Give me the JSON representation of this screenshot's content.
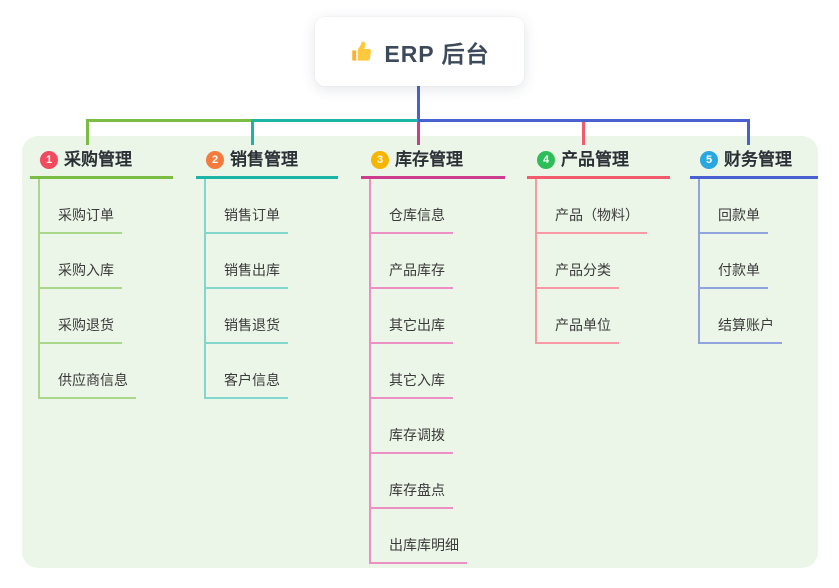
{
  "root": {
    "label": "ERP 后台",
    "icon": "thumbs-up-icon",
    "connector_color": "#4A60D2"
  },
  "canvas": {
    "background": "#FFFFFF",
    "panel_background": "#ECF6E8"
  },
  "branches": [
    {
      "number": "1",
      "label": "采购管理",
      "badge_color": "#F04A5E",
      "line_color": "#7ABD42",
      "light_color": "#A9D88C",
      "children": [
        "采购订单",
        "采购入库",
        "采购退货",
        "供应商信息"
      ]
    },
    {
      "number": "2",
      "label": "销售管理",
      "badge_color": "#F57A3D",
      "line_color": "#1AB5A6",
      "light_color": "#82D6CB",
      "children": [
        "销售订单",
        "销售出库",
        "销售退货",
        "客户信息"
      ]
    },
    {
      "number": "3",
      "label": "库存管理",
      "badge_color": "#F7B500",
      "line_color": "#CC3D90",
      "light_color": "#EC8FC4",
      "children": [
        "仓库信息",
        "产品库存",
        "其它出库",
        "其它入库",
        "库存调拨",
        "库存盘点",
        "出库库明细"
      ]
    },
    {
      "number": "4",
      "label": "产品管理",
      "badge_color": "#2EBD59",
      "line_color": "#F15B6C",
      "light_color": "#F79AA6",
      "children": [
        "产品（物料）",
        "产品分类",
        "产品单位"
      ]
    },
    {
      "number": "5",
      "label": "财务管理",
      "badge_color": "#28A7E0",
      "line_color": "#4A60D2",
      "light_color": "#90A3DF",
      "children": [
        "回款单",
        "付款单",
        "结算账户"
      ]
    }
  ]
}
